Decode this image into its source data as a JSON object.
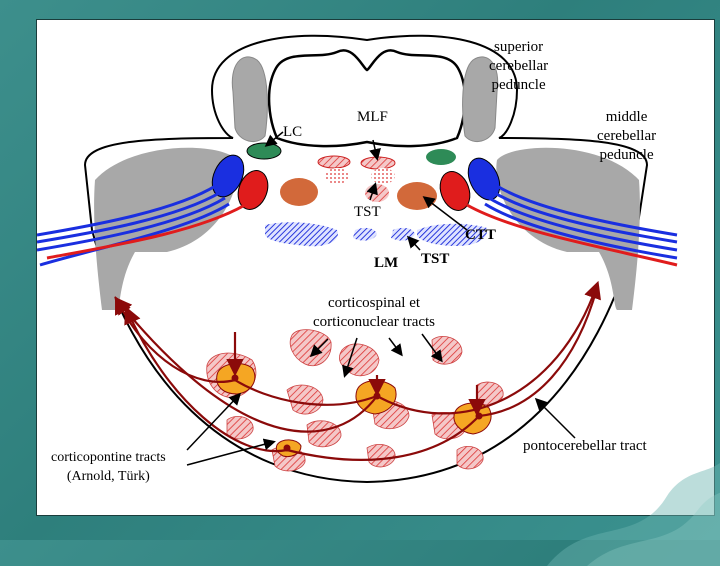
{
  "labels": {
    "superior_cerebellar_peduncle": [
      "superior",
      "cerebellar",
      "peduncle"
    ],
    "middle_cerebellar_peduncle": [
      "middle",
      "cerebellar",
      "peduncle"
    ],
    "lc": "LC",
    "mlf": "MLF",
    "tst_upper": "TST",
    "ctt": "CTT",
    "lm": "LM",
    "tst_lower": "TST",
    "corticospinal": [
      "corticospinal et",
      "corticonuclear tracts"
    ],
    "corticopontine": [
      "corticopontine tracts",
      "(Arnold, Türk)"
    ],
    "pontocerebellar": "pontocerebellar tract"
  },
  "colors": {
    "background": "#36898a",
    "outline": "#000000",
    "gray_mass": "#a8a8a8",
    "blue_tract": "#1a2fe0",
    "red_tract": "#e01c1c",
    "green_nucleus": "#2e8b57",
    "orange_nucleus": "#d2693a",
    "pontine_nucleus": "#f5a623",
    "dark_red_arrow": "#8b0a0a"
  }
}
